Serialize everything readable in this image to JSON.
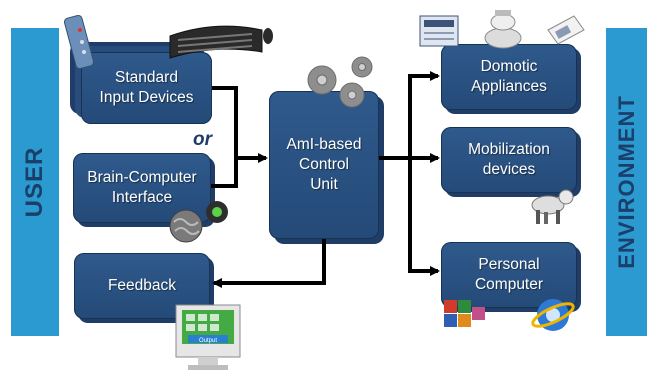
{
  "sidebars": {
    "left": "USER",
    "right": "ENVIRONMENT"
  },
  "boxes": {
    "standard_input": "Standard\nInput Devices",
    "bci": "Brain-Computer\nInterface",
    "feedback": "Feedback",
    "control_unit": "AmI-based\nControl\nUnit",
    "domotic": "Domotic\nAppliances",
    "mobilization": "Mobilization\ndevices",
    "computer": "Personal\nComputer"
  },
  "or_label": "or",
  "monitor_label": "Output",
  "colors": {
    "sidebar": "#2b9ad0",
    "box": "#2f5a8c",
    "arrow": "#000000"
  }
}
